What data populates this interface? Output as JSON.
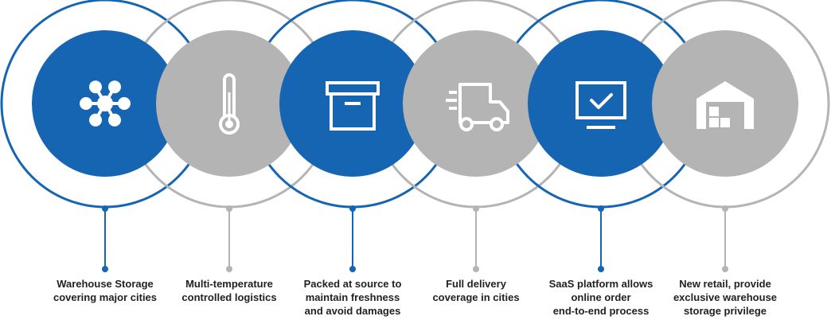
{
  "colors": {
    "blue": "#1565b3",
    "gray": "#b4b4b4",
    "icon": "#ffffff",
    "text": "#222222"
  },
  "steps": [
    {
      "icon": "network-hub-icon",
      "color": "blue",
      "lines": [
        "Warehouse Storage",
        "covering major cities"
      ]
    },
    {
      "icon": "thermometer-icon",
      "color": "gray",
      "lines": [
        "Multi-temperature",
        "controlled logistics"
      ]
    },
    {
      "icon": "box-icon",
      "color": "blue",
      "lines": [
        "Packed at source to",
        "maintain freshness",
        "and avoid damages"
      ]
    },
    {
      "icon": "delivery-truck-icon",
      "color": "gray",
      "lines": [
        "Full delivery",
        "coverage in cities"
      ]
    },
    {
      "icon": "monitor-check-icon",
      "color": "blue",
      "lines": [
        "SaaS platform allows",
        "online order",
        "end-to-end process"
      ]
    },
    {
      "icon": "warehouse-icon",
      "color": "gray",
      "lines": [
        "New retail, provide",
        "exclusive warehouse",
        "storage privilege"
      ]
    }
  ]
}
